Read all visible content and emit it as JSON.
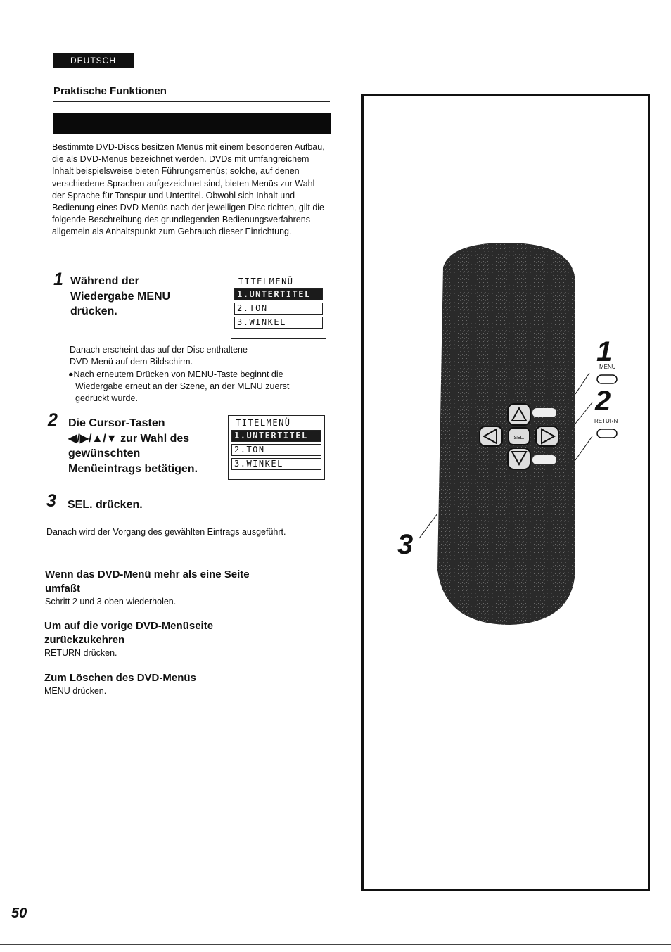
{
  "header": {
    "language_tab": "DEUTSCH",
    "section_title": "Praktische Funktionen"
  },
  "intro": "Bestimmte DVD-Discs besitzen Menüs mit einem besonderen Aufbau, die als DVD-Menüs bezeichnet werden. DVDs mit umfangreichem Inhalt beispielsweise bieten Führungsmenüs; solche, auf denen verschiedene Sprachen aufgezeichnet sind, bieten Menüs zur Wahl der Sprache für Tonspur und Untertitel. Obwohl sich Inhalt und Bedienung eines DVD-Menüs nach der jeweiligen Disc richten, gilt die folgende Beschreibung des grundlegenden Bedienungsverfahrens allgemein als Anhaltspunkt zum Gebrauch dieser Einrichtung.",
  "steps": [
    {
      "number": "1",
      "title_lines": [
        "Während der",
        "Wiedergabe MENU",
        "drücken."
      ],
      "menu": {
        "title": "TITELMENÜ",
        "items": [
          "1.UNTERTITEL",
          "2.TON",
          "3.WINKEL"
        ]
      },
      "note_lines": [
        "Danach erscheint das auf der Disc enthaltene",
        "DVD-Menü auf dem Bildschirm."
      ],
      "bullet_lines": [
        "●Nach erneutem Drücken von MENU-Taste beginnt die",
        "Wiedergabe erneut an der Szene, an der MENU zuerst",
        "gedrückt wurde."
      ]
    },
    {
      "number": "2",
      "title_lines": [
        "Die Cursor-Tasten",
        "◀/▶/▲/▼ zur Wahl des",
        "gewünschten",
        "Menüeintrags betätigen."
      ],
      "menu": {
        "title": "TITELMENÜ",
        "items": [
          "1.UNTERTITEL",
          "2.TON",
          "3.WINKEL"
        ]
      }
    },
    {
      "number": "3",
      "title": "SEL. drücken.",
      "note": "Danach wird der Vorgang des gewählten Eintrags ausgeführt."
    }
  ],
  "subsections": [
    {
      "title_lines": [
        "Wenn das DVD-Menü mehr als eine Seite",
        "umfaßt"
      ],
      "text": "Schritt 2 und 3 oben wiederholen."
    },
    {
      "title_lines": [
        "Um auf die vorige DVD-Menüseite",
        "zurückzukehren"
      ],
      "text": "RETURN drücken."
    },
    {
      "title_lines": [
        "Zum Löschen des DVD-Menüs"
      ],
      "text": "MENU drücken."
    }
  ],
  "illustration": {
    "callout_1": "1",
    "callout_2": "2",
    "callout_3": "3",
    "menu_label": "MENU",
    "return_label": "RETURN",
    "sel_label": "SEL."
  },
  "page_number": "50"
}
